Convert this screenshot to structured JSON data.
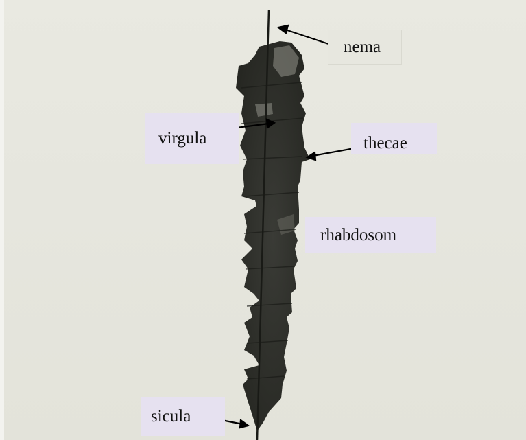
{
  "labels": {
    "nema": "nema",
    "virgula": "virgula",
    "thecae": "thecae",
    "rhabdosom": "rhabdosom",
    "sicula": "sicula"
  },
  "colors": {
    "background": "#e6e6de",
    "label_fill": "#e6e1f0",
    "specimen": "#2f302c",
    "arrow": "#000000"
  }
}
